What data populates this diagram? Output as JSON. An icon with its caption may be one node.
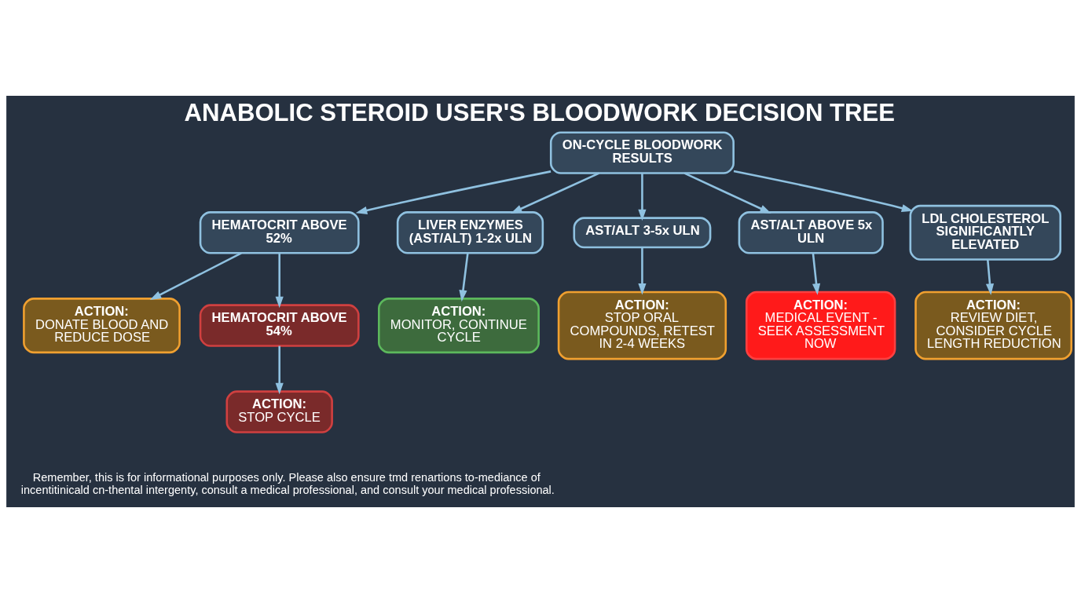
{
  "diagram": {
    "title": "ANABOLIC STEROID USER'S BLOODWORK DECISION TREE",
    "caption": "Remember, this is for informational purposes only. Please also ensure tmd renartions to-mediance of incentitinicald cn-thental intergenty, consult a medical professional, and consult your medical professional.",
    "nodes": [
      {
        "text": [
          "ON-CYCLE BLOODWORK RESULTS"
        ]
      },
      {
        "text": [
          "HEMATOCRIT ABOVE 52%"
        ]
      },
      {
        "text": [
          "LIVER ENZYMES (AST/ALT) 1-2x ULN"
        ]
      },
      {
        "text": [
          "AST/ALT 3-5x ULN"
        ]
      },
      {
        "text": [
          "AST/ALT ABOVE 5x ULN"
        ]
      },
      {
        "text": [
          "LDL CHOLESTEROL SIGNIFICANTLY ELEVATED"
        ]
      },
      {
        "text": [
          "ACTION:",
          "DONATE BLOOD AND REDUCE DOSE"
        ]
      },
      {
        "text": [
          "HEMATOCRIT ABOVE 54%"
        ]
      },
      {
        "text": [
          "ACTION:",
          "MONITOR, CONTINUE CYCLE"
        ]
      },
      {
        "text": [
          "ACTION:",
          "STOP ORAL COMPOUNDS, RETEST IN 2-4 WEEKS"
        ]
      },
      {
        "text": [
          "ACTION:",
          "MEDICAL EVENT - SEEK ASSESSMENT NOW"
        ]
      },
      {
        "text": [
          "ACTION:",
          "REVIEW DIET, CONSIDER CYCLE LENGTH REDUCTION"
        ]
      },
      {
        "text": [
          "ACTION:",
          "STOP CYCLE"
        ]
      }
    ],
    "edges": [
      {
        "from": 0,
        "to": 1,
        "arrow": "to"
      },
      {
        "from": 0,
        "to": 2,
        "arrow": "to"
      },
      {
        "from": 0,
        "to": 3,
        "arrow": "to"
      },
      {
        "from": 0,
        "to": 4,
        "arrow": "to"
      },
      {
        "from": 0,
        "to": 5,
        "arrow": "to"
      },
      {
        "from": 1,
        "to": 6,
        "arrow": "to"
      },
      {
        "from": 1,
        "to": 7,
        "arrow": "to"
      },
      {
        "from": 2,
        "to": 8,
        "arrow": "to"
      },
      {
        "from": 3,
        "to": 9,
        "arrow": "to"
      },
      {
        "from": 4,
        "to": 10,
        "arrow": "to"
      },
      {
        "from": 5,
        "to": 11,
        "arrow": "to"
      },
      {
        "from": 7,
        "to": 12,
        "arrow": "to"
      }
    ]
  }
}
